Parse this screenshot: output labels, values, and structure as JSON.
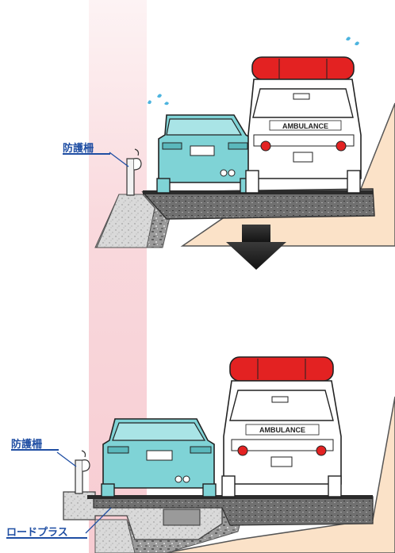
{
  "labels": {
    "guardrail_top": "防護柵",
    "guardrail_bottom": "防護柵",
    "road_plus": "ロードプラス"
  },
  "vehicles": {
    "ambulance_text": "AMBULANCE"
  },
  "colors": {
    "label_blue": "#1f4ea3",
    "car_body": "#7fd3d6",
    "ambulance_red": "#e32222",
    "slope_tan": "#fbe2c8",
    "highlight_pink": "#fbe3e6",
    "asphalt": "#6b6b6b",
    "sweat_drop": "#4db4df"
  }
}
